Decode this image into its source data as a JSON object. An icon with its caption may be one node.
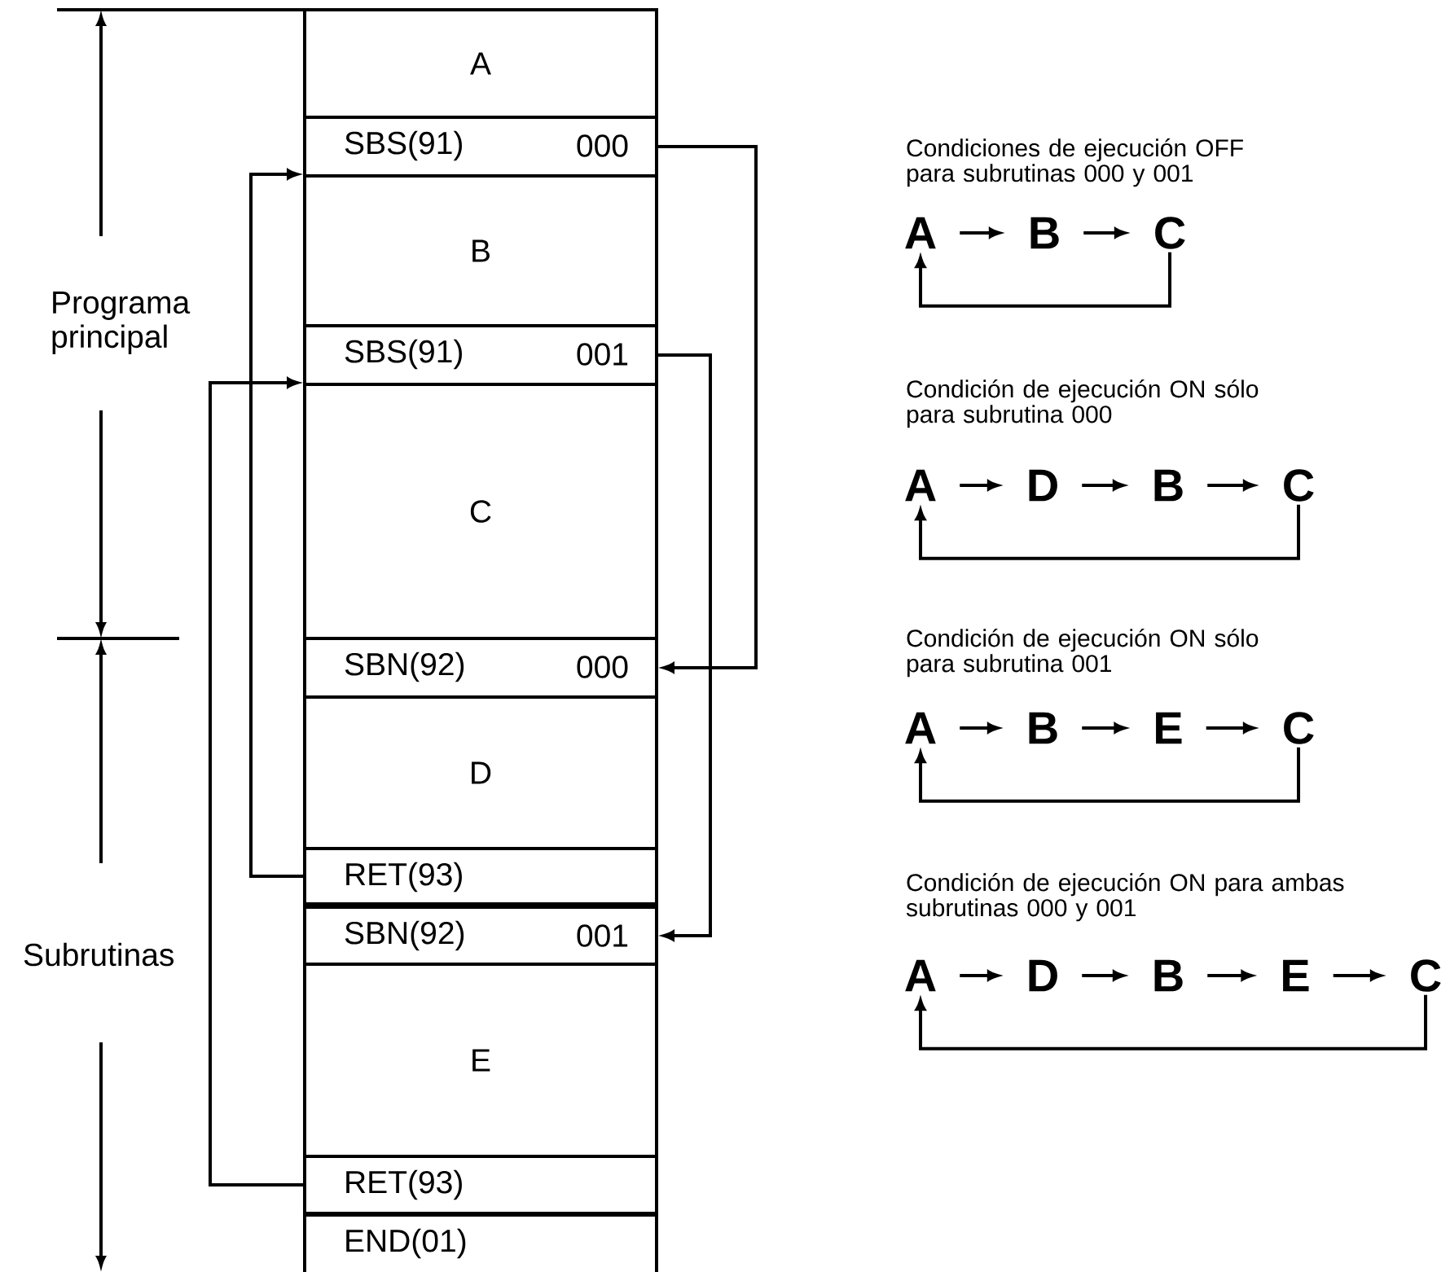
{
  "diagram": {
    "nodes": [
      {
        "text": [
          "A"
        ]
      },
      {
        "text": [
          "SBS(91)",
          "000"
        ]
      },
      {
        "text": [
          "B"
        ]
      },
      {
        "text": [
          "SBS(91)",
          "001"
        ]
      },
      {
        "text": [
          "C"
        ]
      },
      {
        "text": [
          "SBN(92)",
          "000"
        ]
      },
      {
        "text": [
          "D"
        ]
      },
      {
        "text": [
          "RET(93)"
        ]
      },
      {
        "text": [
          "SBN(92)",
          "001"
        ]
      },
      {
        "text": [
          "E"
        ]
      },
      {
        "text": [
          "RET(93)"
        ]
      },
      {
        "text": [
          "END(01)"
        ]
      },
      {
        "text": [
          "A"
        ]
      },
      {
        "text": [
          "B"
        ]
      },
      {
        "text": [
          "C"
        ]
      },
      {
        "text": [
          "A"
        ]
      },
      {
        "text": [
          "D"
        ]
      },
      {
        "text": [
          "B"
        ]
      },
      {
        "text": [
          "C"
        ]
      },
      {
        "text": [
          "A"
        ]
      },
      {
        "text": [
          "B"
        ]
      },
      {
        "text": [
          "E"
        ]
      },
      {
        "text": [
          "C"
        ]
      },
      {
        "text": [
          "A"
        ]
      },
      {
        "text": [
          "D"
        ]
      },
      {
        "text": [
          "B"
        ]
      },
      {
        "text": [
          "E"
        ]
      },
      {
        "text": [
          "C"
        ]
      }
    ],
    "edges": [
      {
        "from": 1,
        "to": 5,
        "arrow": "to"
      },
      {
        "from": 3,
        "to": 8,
        "arrow": "to"
      },
      {
        "from": 7,
        "to": 2,
        "arrow": "to"
      },
      {
        "from": 10,
        "to": 4,
        "arrow": "to"
      },
      {
        "from": 12,
        "to": 13,
        "arrow": "to"
      },
      {
        "from": 13,
        "to": 14,
        "arrow": "to"
      },
      {
        "from": 14,
        "to": 12,
        "arrow": "to"
      },
      {
        "from": 15,
        "to": 16,
        "arrow": "to"
      },
      {
        "from": 16,
        "to": 17,
        "arrow": "to"
      },
      {
        "from": 17,
        "to": 18,
        "arrow": "to"
      },
      {
        "from": 18,
        "to": 15,
        "arrow": "to"
      },
      {
        "from": 19,
        "to": 20,
        "arrow": "to"
      },
      {
        "from": 20,
        "to": 21,
        "arrow": "to"
      },
      {
        "from": 21,
        "to": 22,
        "arrow": "to"
      },
      {
        "from": 22,
        "to": 19,
        "arrow": "to"
      },
      {
        "from": 23,
        "to": 24,
        "arrow": "to"
      },
      {
        "from": 24,
        "to": 25,
        "arrow": "to"
      },
      {
        "from": 25,
        "to": 26,
        "arrow": "to"
      },
      {
        "from": 26,
        "to": 27,
        "arrow": "to"
      },
      {
        "from": 27,
        "to": 23,
        "arrow": "to"
      }
    ],
    "labels": [
      "Programa principal",
      "Subrutinas",
      "Condiciones de ejecución OFF para subrutinas 000 y 001",
      "Condición de ejecución ON sólo para subrutina 000",
      "Condición de ejecución ON sólo para subrutina 001",
      "Condición de ejecución ON para ambas subrutinas 000 y 001"
    ]
  }
}
